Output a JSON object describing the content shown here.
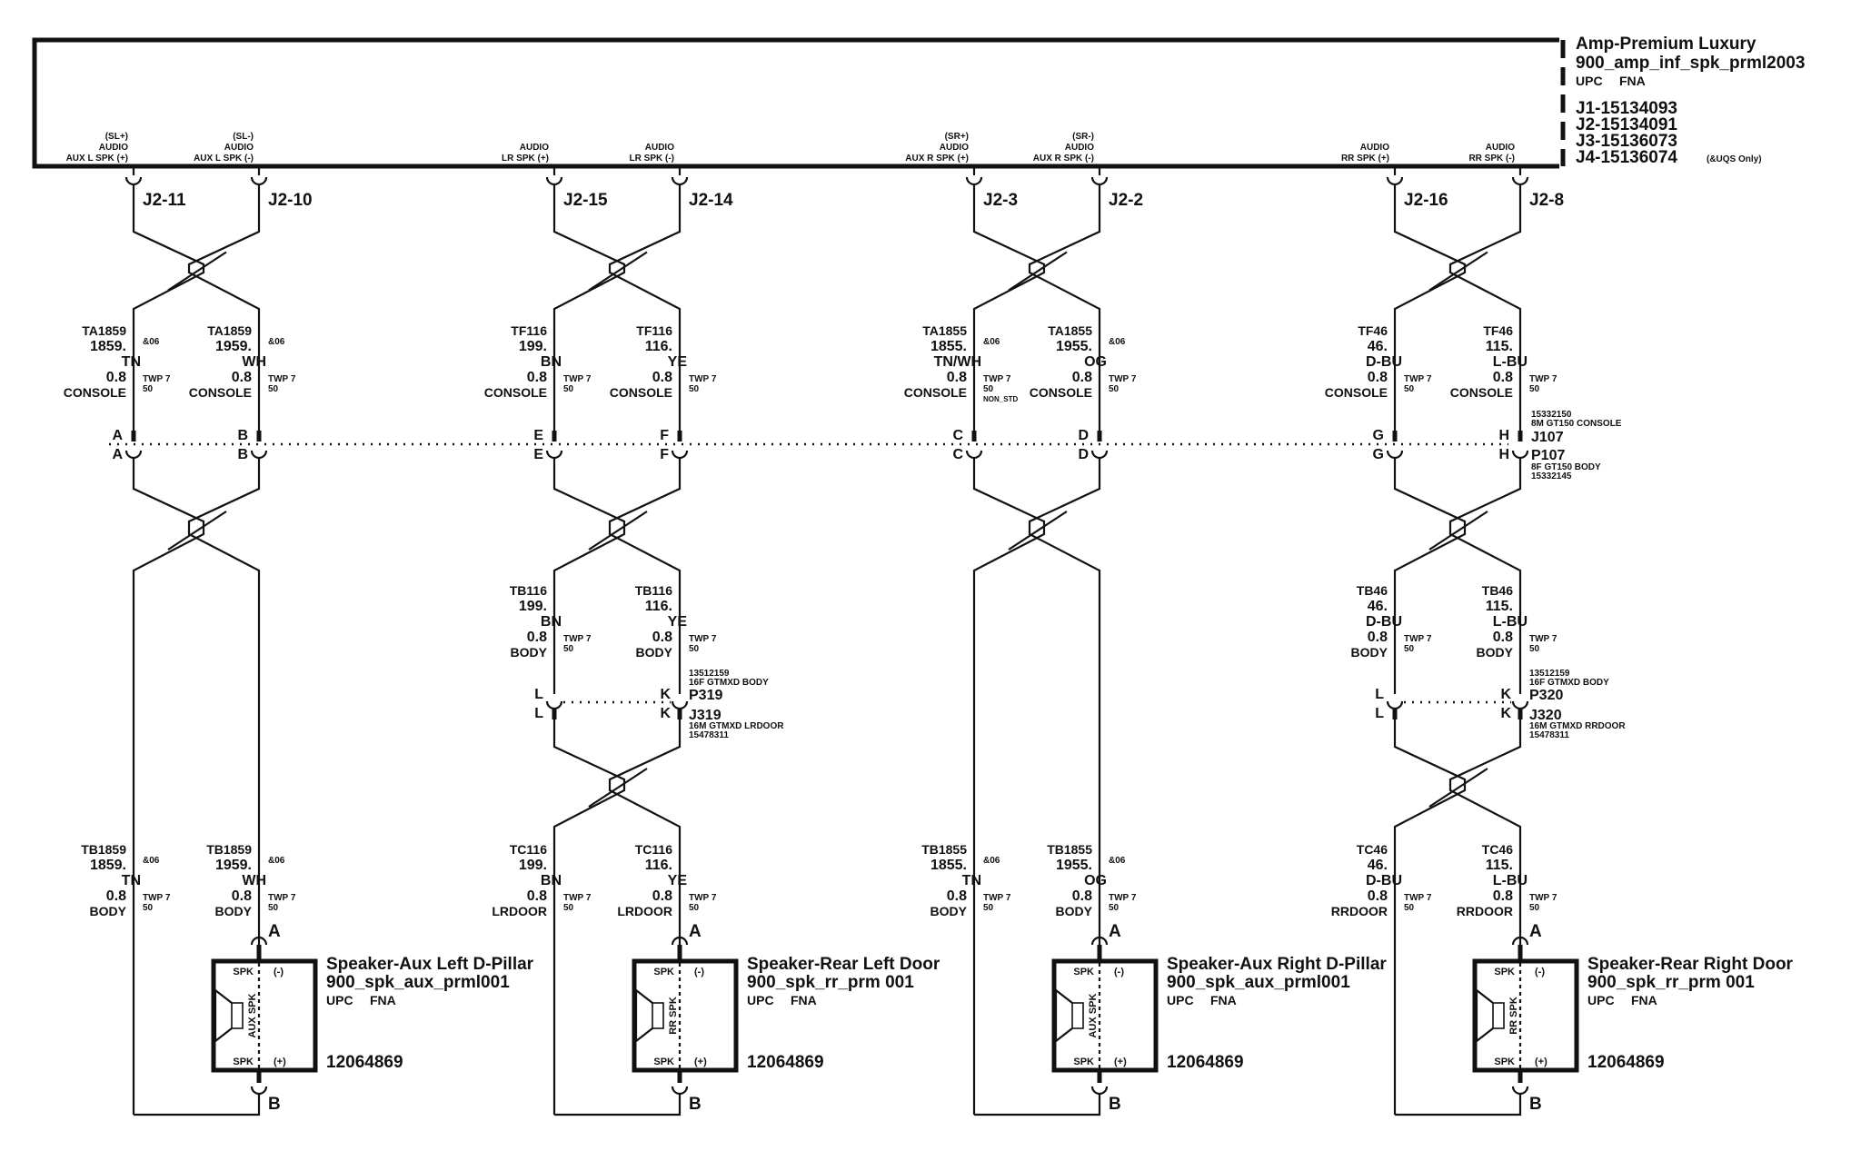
{
  "amp": {
    "title": "Amp-Premium Luxury",
    "code": "900_amp_inf_spk_prml2003",
    "upc": "UPC",
    "fna": "FNA",
    "parts": [
      {
        "text": "J1-15134093",
        "note": ""
      },
      {
        "text": "J2-15134091",
        "note": ""
      },
      {
        "text": "J3-15136073",
        "note": ""
      },
      {
        "text": "J4-15136074",
        "note": "(&UQS Only)"
      }
    ],
    "terminals": [
      {
        "sig": "(SL+)",
        "l1": "AUDIO",
        "l2": "AUX L SPK (+)",
        "pin": "J2-11"
      },
      {
        "sig": "(SL-)",
        "l1": "AUDIO",
        "l2": "AUX L SPK (-)",
        "pin": "J2-10"
      },
      {
        "sig": "",
        "l1": "AUDIO",
        "l2": "LR SPK (+)",
        "pin": "J2-15"
      },
      {
        "sig": "",
        "l1": "AUDIO",
        "l2": "LR SPK (-)",
        "pin": "J2-14"
      },
      {
        "sig": "(SR+)",
        "l1": "AUDIO",
        "l2": "AUX R SPK (+)",
        "pin": "J2-3"
      },
      {
        "sig": "(SR-)",
        "l1": "AUDIO",
        "l2": "AUX R SPK (-)",
        "pin": "J2-2"
      },
      {
        "sig": "",
        "l1": "AUDIO",
        "l2": "RR SPK (+)",
        "pin": "J2-16"
      },
      {
        "sig": "",
        "l1": "AUDIO",
        "l2": "RR SPK (-)",
        "pin": "J2-8"
      }
    ]
  },
  "wires_upper": [
    {
      "id": "TA1859",
      "num": "1859.",
      "color": "TN",
      "gauge": "0.8",
      "loc": "CONSOLE",
      "twp": "TWP 7",
      "twp2": "50",
      "opt": "&06",
      "extra": ""
    },
    {
      "id": "TA1859",
      "num": "1959.",
      "color": "WH",
      "gauge": "0.8",
      "loc": "CONSOLE",
      "twp": "TWP 7",
      "twp2": "50",
      "opt": "&06",
      "extra": ""
    },
    {
      "id": "TF116",
      "num": "199.",
      "color": "BN",
      "gauge": "0.8",
      "loc": "CONSOLE",
      "twp": "TWP 7",
      "twp2": "50",
      "opt": "",
      "extra": ""
    },
    {
      "id": "TF116",
      "num": "116.",
      "color": "YE",
      "gauge": "0.8",
      "loc": "CONSOLE",
      "twp": "TWP 7",
      "twp2": "50",
      "opt": "",
      "extra": ""
    },
    {
      "id": "TA1855",
      "num": "1855.",
      "color": "TN/WH",
      "gauge": "0.8",
      "loc": "CONSOLE",
      "twp": "TWP 7",
      "twp2": "50",
      "opt": "&06",
      "extra": "NON_STD"
    },
    {
      "id": "TA1855",
      "num": "1955.",
      "color": "OG",
      "gauge": "0.8",
      "loc": "CONSOLE",
      "twp": "TWP 7",
      "twp2": "50",
      "opt": "&06",
      "extra": ""
    },
    {
      "id": "TF46",
      "num": "46.",
      "color": "D-BU",
      "gauge": "0.8",
      "loc": "CONSOLE",
      "twp": "TWP 7",
      "twp2": "50",
      "opt": "",
      "extra": ""
    },
    {
      "id": "TF46",
      "num": "115.",
      "color": "L-BU",
      "gauge": "0.8",
      "loc": "CONSOLE",
      "twp": "TWP 7",
      "twp2": "50",
      "opt": "",
      "extra": ""
    }
  ],
  "inline_j107": {
    "cavities": [
      "A",
      "B",
      "E",
      "F",
      "C",
      "D",
      "G",
      "H"
    ],
    "j_part": "15332150",
    "j_desc": "8M GT150 CONSOLE",
    "j_name": "J107",
    "p_name": "P107",
    "p_desc": "8F GT150 BODY",
    "p_part": "15332145"
  },
  "wires_middle": [
    {
      "id": "TB116",
      "num": "199.",
      "color": "BN",
      "gauge": "0.8",
      "loc": "BODY",
      "twp": "TWP 7",
      "twp2": "50"
    },
    {
      "id": "TB116",
      "num": "116.",
      "color": "YE",
      "gauge": "0.8",
      "loc": "BODY",
      "twp": "TWP 7",
      "twp2": "50"
    },
    {
      "id": "TB46",
      "num": "46.",
      "color": "D-BU",
      "gauge": "0.8",
      "loc": "BODY",
      "twp": "TWP 7",
      "twp2": "50"
    },
    {
      "id": "TB46",
      "num": "115.",
      "color": "L-BU",
      "gauge": "0.8",
      "loc": "BODY",
      "twp": "TWP 7",
      "twp2": "50"
    }
  ],
  "inline_door": [
    {
      "cav_l": "L",
      "cav_r": "K",
      "p_part": "13512159",
      "p_desc": "16F GTMXD BODY",
      "p_name": "P319",
      "j_name": "J319",
      "j_desc": "16M GTMXD LRDOOR",
      "j_part": "15478311"
    },
    {
      "cav_l": "L",
      "cav_r": "K",
      "p_part": "13512159",
      "p_desc": "16F GTMXD BODY",
      "p_name": "P320",
      "j_name": "J320",
      "j_desc": "16M GTMXD RRDOOR",
      "j_part": "15478311"
    }
  ],
  "wires_lower": [
    {
      "id": "TB1859",
      "num": "1859.",
      "color": "TN",
      "gauge": "0.8",
      "loc": "BODY",
      "twp": "TWP 7",
      "twp2": "50",
      "opt": "&06"
    },
    {
      "id": "TB1859",
      "num": "1959.",
      "color": "WH",
      "gauge": "0.8",
      "loc": "BODY",
      "twp": "TWP 7",
      "twp2": "50",
      "opt": "&06"
    },
    {
      "id": "TC116",
      "num": "199.",
      "color": "BN",
      "gauge": "0.8",
      "loc": "LRDOOR",
      "twp": "TWP 7",
      "twp2": "50",
      "opt": ""
    },
    {
      "id": "TC116",
      "num": "116.",
      "color": "YE",
      "gauge": "0.8",
      "loc": "LRDOOR",
      "twp": "TWP 7",
      "twp2": "50",
      "opt": ""
    },
    {
      "id": "TB1855",
      "num": "1855.",
      "color": "TN",
      "gauge": "0.8",
      "loc": "BODY",
      "twp": "TWP 7",
      "twp2": "50",
      "opt": "&06"
    },
    {
      "id": "TB1855",
      "num": "1955.",
      "color": "OG",
      "gauge": "0.8",
      "loc": "BODY",
      "twp": "TWP 7",
      "twp2": "50",
      "opt": "&06"
    },
    {
      "id": "TC46",
      "num": "46.",
      "color": "D-BU",
      "gauge": "0.8",
      "loc": "RRDOOR",
      "twp": "TWP 7",
      "twp2": "50",
      "opt": ""
    },
    {
      "id": "TC46",
      "num": "115.",
      "color": "L-BU",
      "gauge": "0.8",
      "loc": "RRDOOR",
      "twp": "TWP 7",
      "twp2": "50",
      "opt": ""
    }
  ],
  "speakers": [
    {
      "title": "Speaker-Aux Left D-Pillar",
      "code": "900_spk_aux_prml001",
      "upc": "UPC",
      "fna": "FNA",
      "part": "12064869",
      "spk_label": "AUX SPK",
      "pin_top": "A",
      "pin_bot": "B",
      "spk": "SPK",
      "minus": "(-)",
      "plus": "(+)"
    },
    {
      "title": "Speaker-Rear Left Door",
      "code": "900_spk_rr_prm 001",
      "upc": "UPC",
      "fna": "FNA",
      "part": "12064869",
      "spk_label": "RR SPK",
      "pin_top": "A",
      "pin_bot": "B",
      "spk": "SPK",
      "minus": "(-)",
      "plus": "(+)"
    },
    {
      "title": "Speaker-Aux Right D-Pillar",
      "code": "900_spk_aux_prml001",
      "upc": "UPC",
      "fna": "FNA",
      "part": "12064869",
      "spk_label": "AUX SPK",
      "pin_top": "A",
      "pin_bot": "B",
      "spk": "SPK",
      "minus": "(-)",
      "plus": "(+)"
    },
    {
      "title": "Speaker-Rear Right Door",
      "code": "900_spk_rr_prm 001",
      "upc": "UPC",
      "fna": "FNA",
      "part": "12064869",
      "spk_label": "RR SPK",
      "pin_top": "A",
      "pin_bot": "B",
      "spk": "SPK",
      "minus": "(-)",
      "plus": "(+)"
    }
  ]
}
